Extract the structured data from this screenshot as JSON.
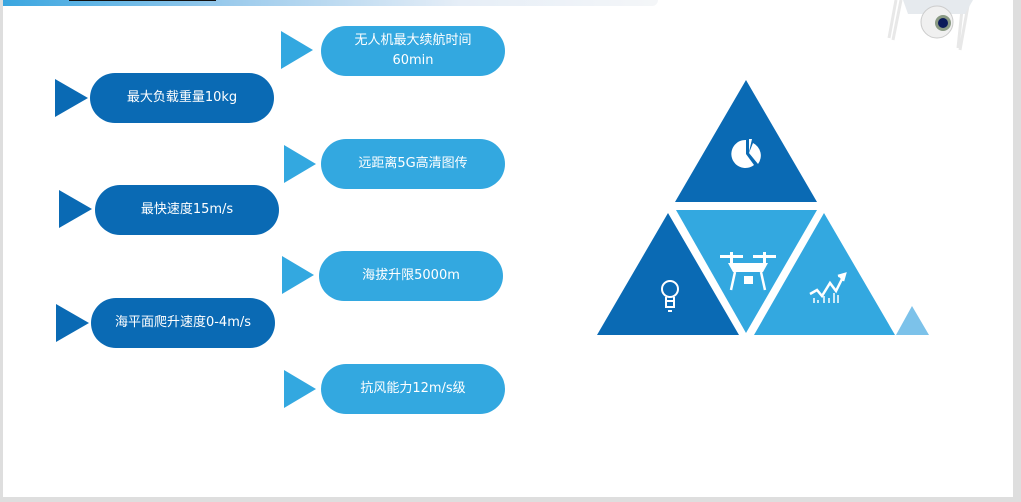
{
  "features": [
    {
      "label": "无人机最大续航时间",
      "sub": "60min"
    },
    {
      "label": "最大负载重量10kg"
    },
    {
      "label": "远距离5G高清图传"
    },
    {
      "label": "最快速度15m/s"
    },
    {
      "label": "海拔升限5000m"
    },
    {
      "label": "海平面爬升速度0-4m/s"
    },
    {
      "label": "抗风能力12m/s级"
    }
  ],
  "colors": {
    "light": "#33a8e0",
    "dark": "#0a6ab4"
  }
}
